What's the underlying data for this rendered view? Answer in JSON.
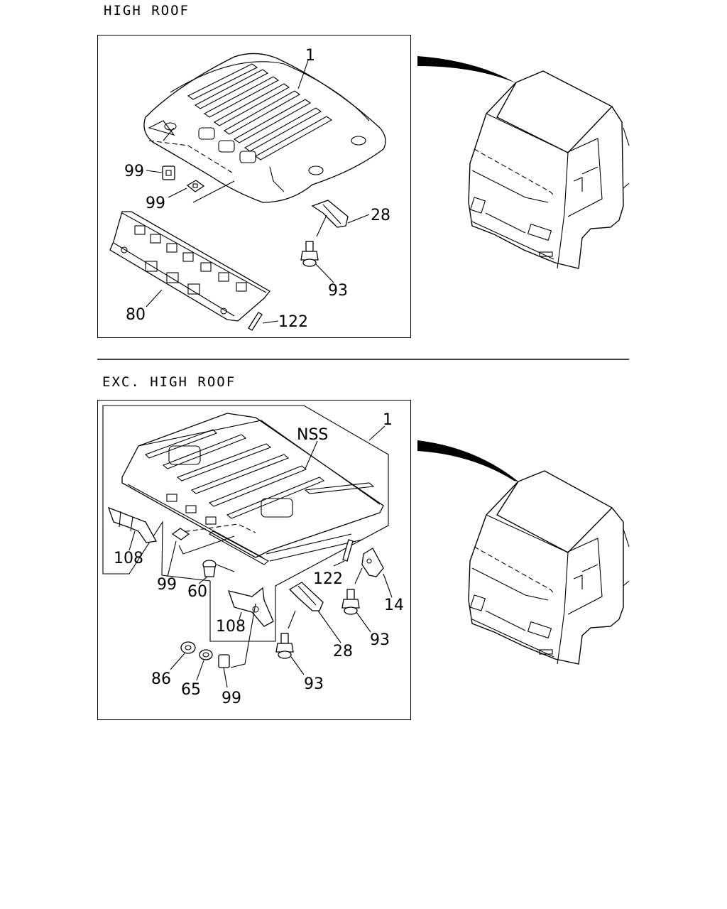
{
  "sections": [
    {
      "heading": "HIGH ROOF",
      "labels": [
        "1",
        "99",
        "99",
        "28",
        "93",
        "80",
        "122"
      ]
    },
    {
      "heading": "EXC. HIGH ROOF",
      "labels": [
        "1",
        "NSS",
        "108",
        "99",
        "60",
        "122",
        "14",
        "108",
        "93",
        "28",
        "86",
        "65",
        "99",
        "93"
      ]
    }
  ],
  "colors": {
    "line": "#000000",
    "background": "#ffffff"
  }
}
